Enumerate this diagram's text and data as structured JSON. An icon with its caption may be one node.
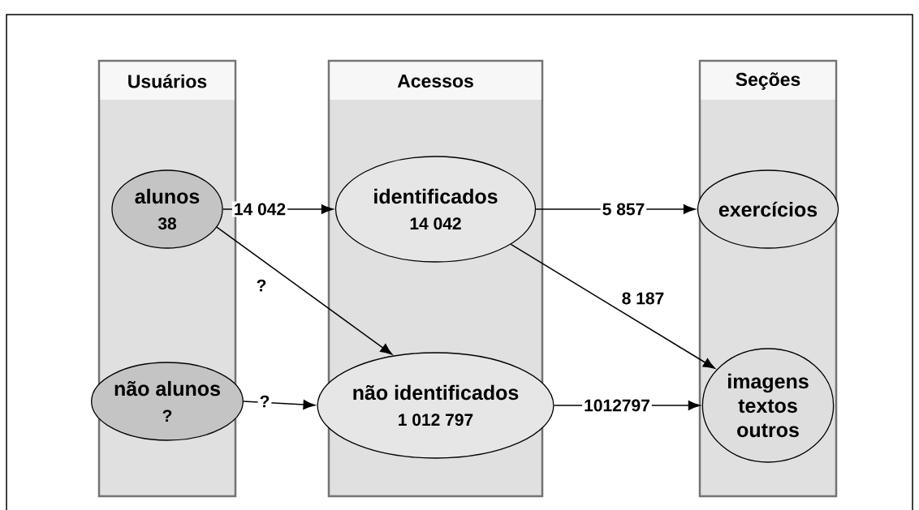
{
  "diagram": {
    "nodes": [
      {
        "text": [
          "Usuários"
        ]
      },
      {
        "text": [
          "alunos",
          "38"
        ],
        "in": 0
      },
      {
        "text": [
          "não alunos",
          "?"
        ],
        "in": 0
      },
      {
        "text": [
          "Acessos"
        ]
      },
      {
        "text": [
          "identificados",
          "14 042"
        ],
        "in": 3
      },
      {
        "text": [
          "não identificados",
          "1 012 797"
        ],
        "in": 3
      },
      {
        "text": [
          "Seções"
        ]
      },
      {
        "text": [
          "exercícios"
        ],
        "in": 6
      },
      {
        "text": [
          "imagens textos outros"
        ],
        "in": 6
      }
    ],
    "edges": [
      {
        "from": 1,
        "to": 4,
        "arrow": "to",
        "label": "14 042"
      },
      {
        "from": 1,
        "to": 5,
        "arrow": "to",
        "label": "?"
      },
      {
        "from": 2,
        "to": 5,
        "arrow": "to",
        "label": "?"
      },
      {
        "from": 4,
        "to": 7,
        "arrow": "to",
        "label": "5 857"
      },
      {
        "from": 4,
        "to": 8,
        "arrow": "to",
        "label": "8 187"
      },
      {
        "from": 5,
        "to": 8,
        "arrow": "to",
        "label": "1012797"
      }
    ]
  }
}
